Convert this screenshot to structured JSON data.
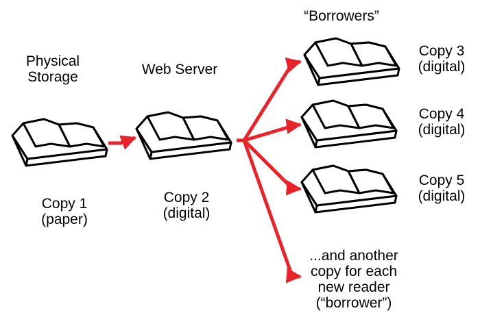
{
  "labels": {
    "physical_storage": [
      "Physical",
      "Storage"
    ],
    "web_server": "Web Server",
    "borrowers": "“Borrowers”",
    "copy1": [
      "Copy 1",
      "(paper)"
    ],
    "copy2": [
      "Copy 2",
      "(digital)"
    ],
    "copy3": [
      "Copy 3",
      "(digital)"
    ],
    "copy4": [
      "Copy 4",
      "(digital)"
    ],
    "copy5": [
      "Copy 5",
      "(digital)"
    ],
    "another": [
      "...and another",
      "copy for each",
      "new reader",
      "(“borrower”)"
    ]
  },
  "colors": {
    "arrow": "#e8232a",
    "book_outline": "#000000",
    "book_fill": "#ffffff"
  },
  "icons": {
    "book": "open-book-icon"
  }
}
